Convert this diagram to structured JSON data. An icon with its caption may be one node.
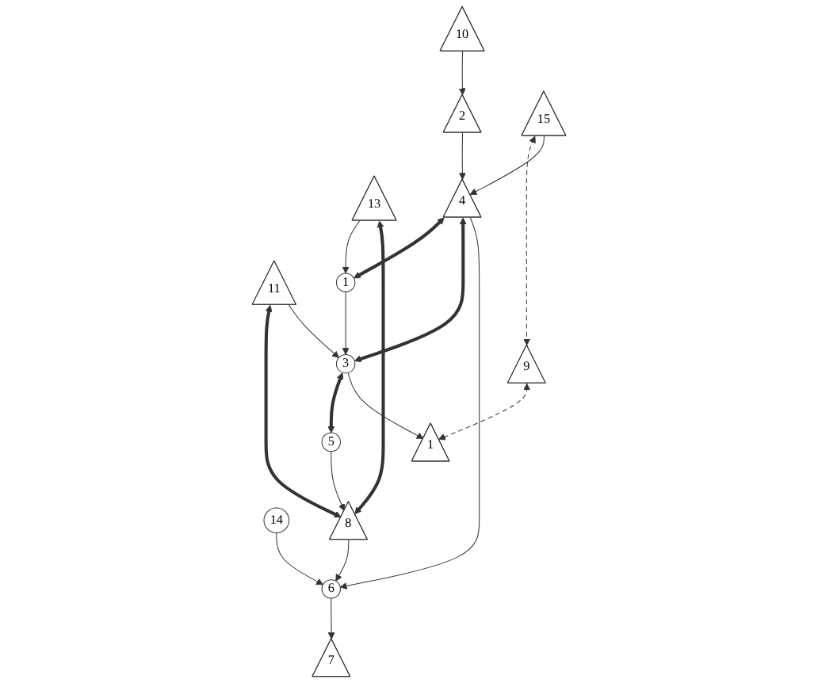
{
  "diagram": {
    "nodes": [
      {
        "text": [
          "5"
        ]
      },
      {
        "text": [
          "2"
        ]
      },
      {
        "text": [
          "11"
        ]
      },
      {
        "text": [
          "1"
        ]
      },
      {
        "text": [
          "14"
        ]
      },
      {
        "text": [
          "9"
        ]
      },
      {
        "text": [
          "3"
        ]
      },
      {
        "text": [
          "8"
        ]
      },
      {
        "text": [
          "13"
        ]
      },
      {
        "text": [
          "7"
        ]
      },
      {
        "text": [
          "6"
        ]
      },
      {
        "text": [
          "10"
        ]
      },
      {
        "text": [
          "1"
        ]
      },
      {
        "text": [
          "4"
        ]
      },
      {
        "text": [
          "15"
        ]
      }
    ],
    "edges": [
      {
        "from": 1,
        "to": 13,
        "arrow": "to"
      },
      {
        "from": 11,
        "to": 1,
        "arrow": "to"
      },
      {
        "from": 0,
        "to": 7,
        "arrow": "to"
      },
      {
        "from": 2,
        "to": 7,
        "arrow": "both",
        "style": "thick"
      },
      {
        "from": 6,
        "to": 0,
        "arrow": "both",
        "style": "thick"
      },
      {
        "from": 13,
        "to": 3,
        "arrow": "both",
        "style": "thick"
      },
      {
        "from": 13,
        "to": 6,
        "arrow": "both",
        "style": "thick"
      },
      {
        "from": 2,
        "to": 6,
        "arrow": "to"
      },
      {
        "from": 4,
        "to": 10,
        "arrow": "to"
      },
      {
        "from": 8,
        "to": 3,
        "arrow": "to"
      },
      {
        "from": 3,
        "to": 6,
        "arrow": "to"
      },
      {
        "from": 7,
        "to": 10,
        "arrow": "to"
      },
      {
        "from": 8,
        "to": 7,
        "arrow": "both",
        "style": "thick"
      },
      {
        "from": 10,
        "to": 9,
        "arrow": "to"
      },
      {
        "from": 13,
        "to": 10,
        "arrow": "to"
      },
      {
        "from": 6,
        "to": 12,
        "arrow": "to"
      },
      {
        "from": 5,
        "to": 12,
        "arrow": "both",
        "style": "dashed"
      },
      {
        "from": 14,
        "to": 5,
        "arrow": "both",
        "style": "dashed"
      },
      {
        "from": 14,
        "to": 13,
        "arrow": "to"
      }
    ]
  }
}
